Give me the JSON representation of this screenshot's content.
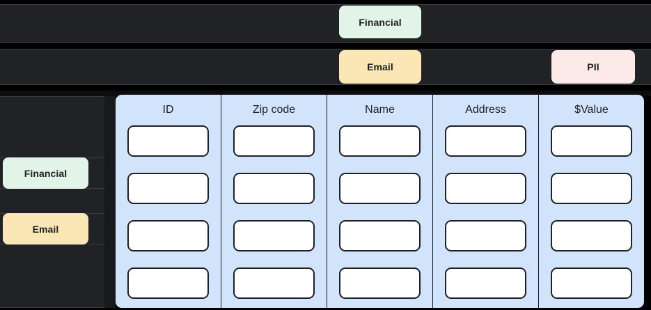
{
  "theme": {
    "page_background": "#000000",
    "band_background": "#212226",
    "band_border": "#3a3c40",
    "table_background": "#d2e3fc",
    "cell_background": "#ffffff",
    "cell_border": "#1f2023",
    "text_color": "#1f2023"
  },
  "top_bands": {
    "row1": {
      "chips": [
        {
          "label": "Financial",
          "color": "#e2f3e8"
        }
      ]
    },
    "row2": {
      "chips": [
        {
          "label": "Email",
          "color": "#fbe7b6"
        },
        {
          "label": "PII",
          "color": "#fbeae8"
        }
      ]
    }
  },
  "sidebar": {
    "chips": [
      {
        "label": "Financial",
        "color": "#e2f3e8"
      },
      {
        "label": "Email",
        "color": "#fbe7b6"
      }
    ]
  },
  "table": {
    "columns": [
      {
        "header": "ID"
      },
      {
        "header": "Zip code"
      },
      {
        "header": "Name"
      },
      {
        "header": "Address"
      },
      {
        "header": "$Value"
      }
    ],
    "row_count": 4,
    "cells": [
      [
        "",
        "",
        "",
        "",
        ""
      ],
      [
        "",
        "",
        "",
        "",
        ""
      ],
      [
        "",
        "",
        "",
        "",
        ""
      ],
      [
        "",
        "",
        "",
        "",
        ""
      ]
    ]
  }
}
